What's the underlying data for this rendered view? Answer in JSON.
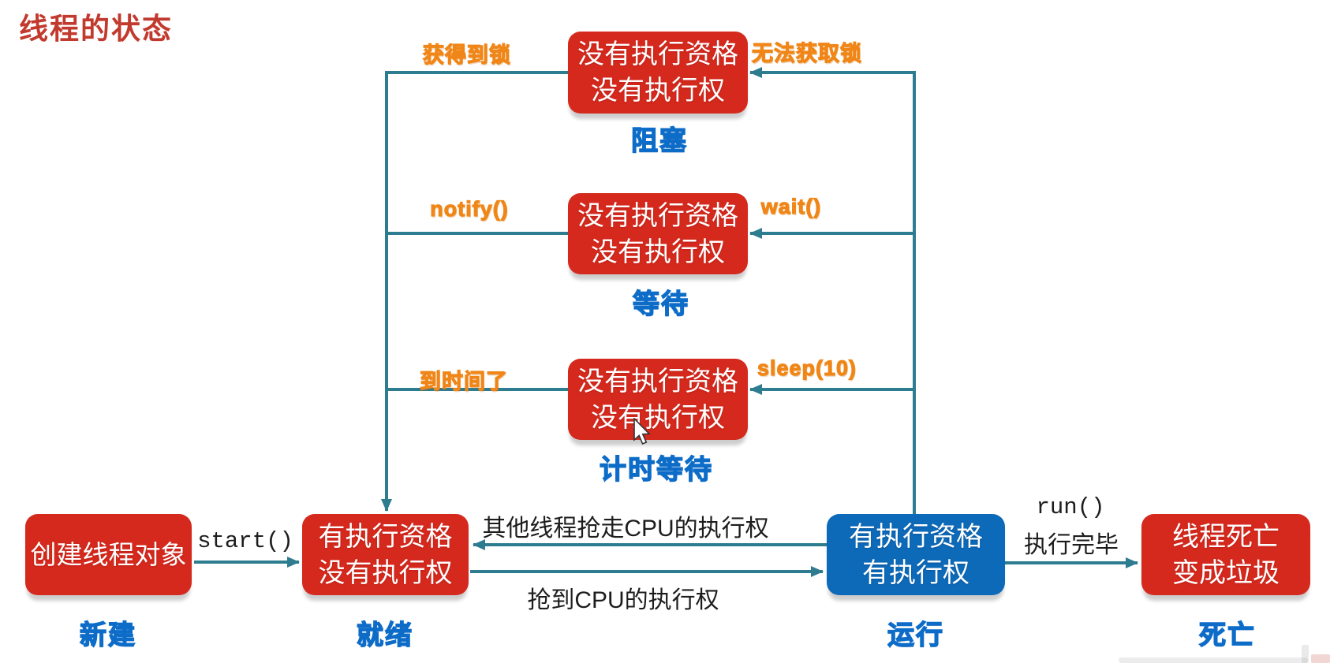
{
  "title": "线程的状态",
  "nodes": {
    "blocked": {
      "line1": "没有执行资格",
      "line2": "没有执行权",
      "state": "阻塞"
    },
    "waiting": {
      "line1": "没有执行资格",
      "line2": "没有执行权",
      "state": "等待"
    },
    "timed_waiting": {
      "line1": "没有执行资格",
      "line2": "没有执行权",
      "state": "计时等待"
    },
    "new_thread": {
      "line1": "创建线程对象",
      "state": "新建"
    },
    "ready": {
      "line1": "有执行资格",
      "line2": "没有执行权",
      "state": "就绪"
    },
    "running": {
      "line1": "有执行资格",
      "line2": "有执行权",
      "state": "运行"
    },
    "dead": {
      "line1": "线程死亡",
      "line2": "变成垃圾",
      "state": "死亡"
    }
  },
  "transitions": {
    "acquire_lock": "获得到锁",
    "fail_lock": "无法获取锁",
    "notify": "notify()",
    "wait": "wait()",
    "time_up": "到时间了",
    "sleep": "sleep(10)",
    "start": "start()",
    "lose_cpu": "其他线程抢走CPU的执行权",
    "grab_cpu": "抢到CPU的执行权",
    "run": "run()",
    "run_done": "执行完毕"
  },
  "colors": {
    "red_box": "#d5291d",
    "blue_box": "#0d6ab9",
    "arrow": "#2e7c90",
    "orange_label": "#f08617",
    "blue_label": "#0c6cc8",
    "title": "#c23a2e",
    "black_text": "#1d1d1d"
  }
}
